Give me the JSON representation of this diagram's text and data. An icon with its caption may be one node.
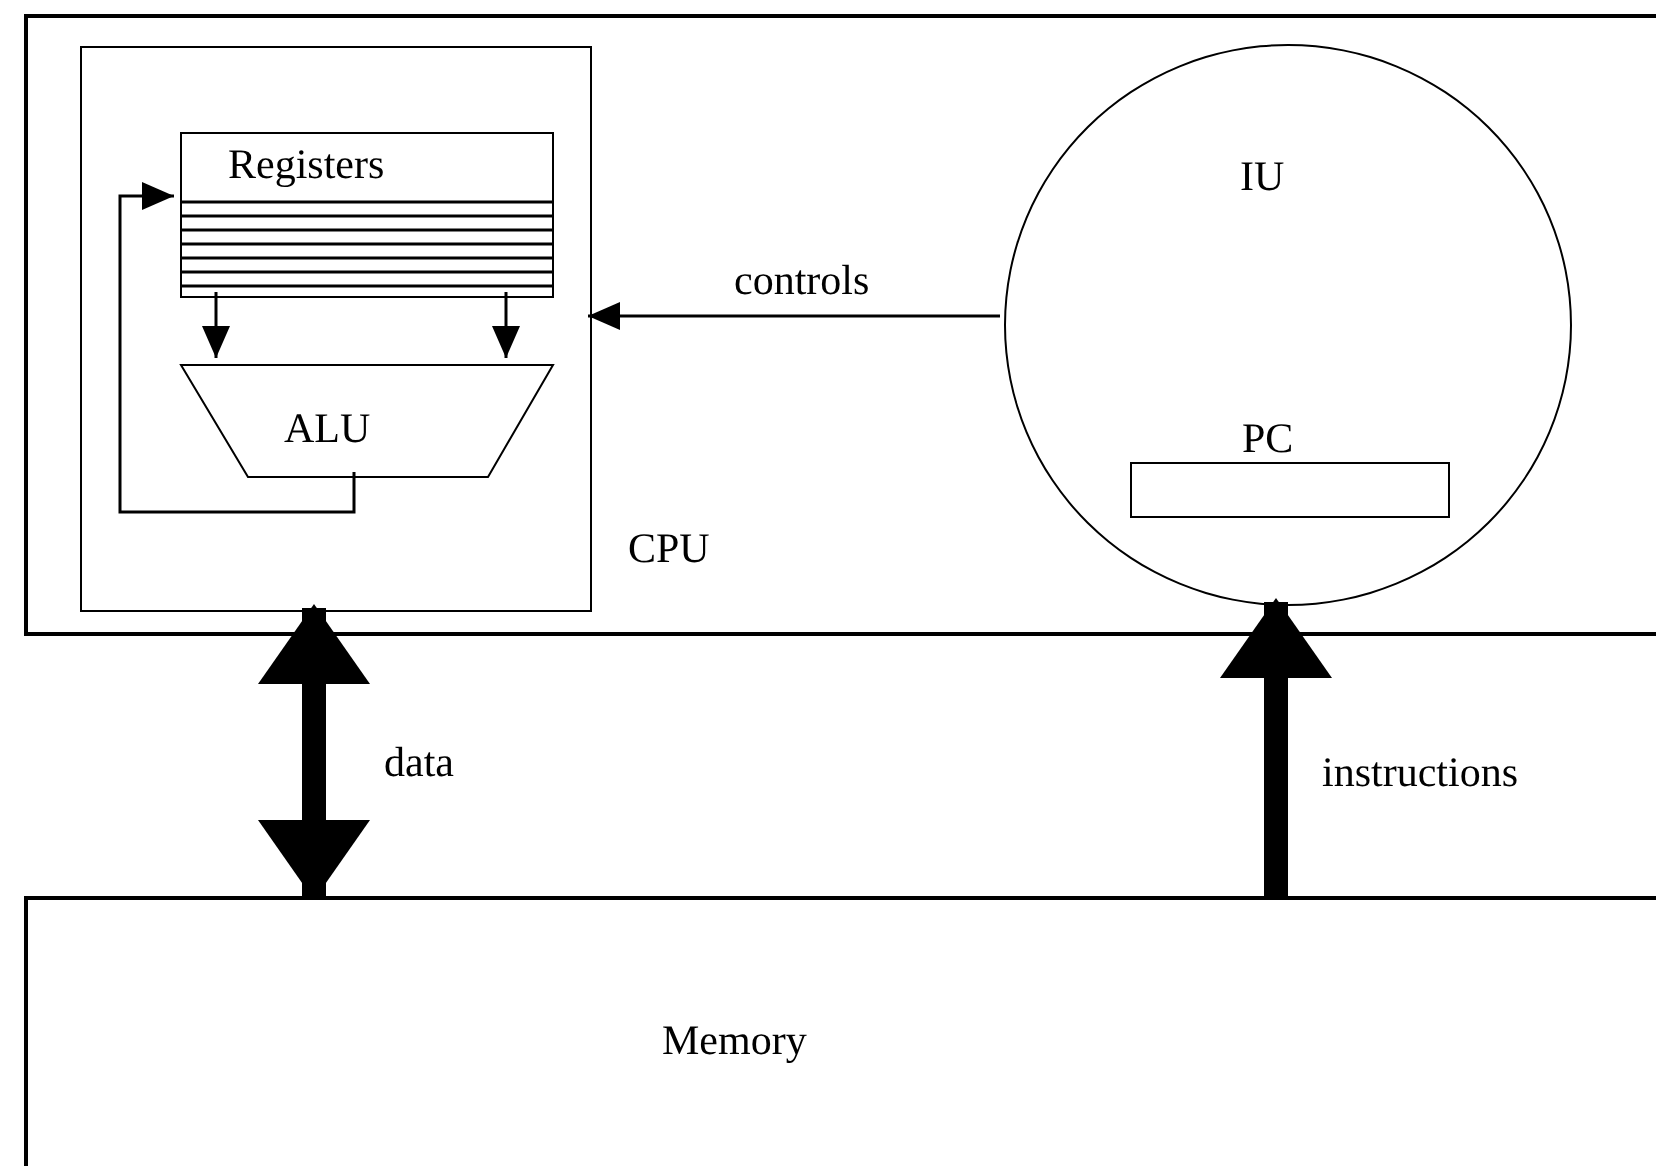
{
  "diagram": {
    "nodes": [
      {
        "text": [
          "CPU"
        ]
      },
      {
        "text": [],
        "shape": "box",
        "in": 0
      },
      {
        "text": [
          "Registers"
        ],
        "in": 1
      },
      {
        "text": [
          "ALU"
        ],
        "in": 1
      },
      {
        "text": [
          "IU"
        ],
        "in": 0
      },
      {
        "text": [
          "PC"
        ],
        "in": 4
      },
      {
        "text": [
          "Memory"
        ]
      }
    ],
    "edges": [
      {
        "from": 4,
        "to": 1,
        "arrow": "to",
        "label": "controls"
      },
      {
        "from": 2,
        "to": 3,
        "arrow": "to"
      },
      {
        "from": 2,
        "to": 3,
        "arrow": "to"
      },
      {
        "from": 3,
        "to": 2,
        "arrow": "to"
      },
      {
        "from": 1,
        "to": 6,
        "arrow": "both",
        "label": "data",
        "style": "thick"
      },
      {
        "from": 6,
        "to": 4,
        "arrow": "to",
        "label": "instructions",
        "style": "thick"
      }
    ]
  }
}
